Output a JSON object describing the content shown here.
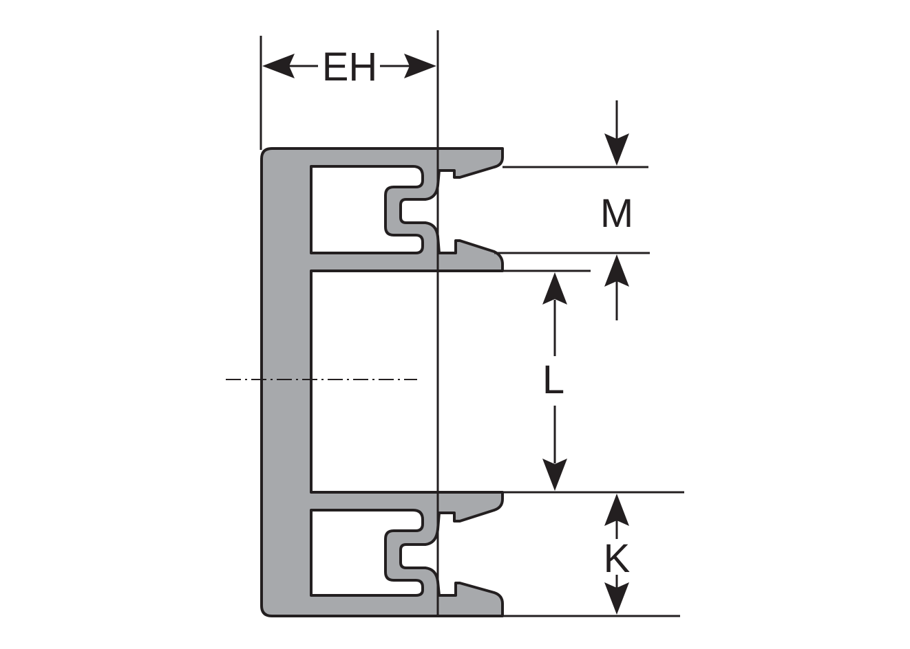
{
  "diagram": {
    "labels": {
      "eh": "EH",
      "m": "M",
      "l": "L",
      "k": "K"
    },
    "colors": {
      "profile_fill": "#a7a9ac",
      "stroke": "#231f20",
      "background": "#ffffff"
    }
  }
}
